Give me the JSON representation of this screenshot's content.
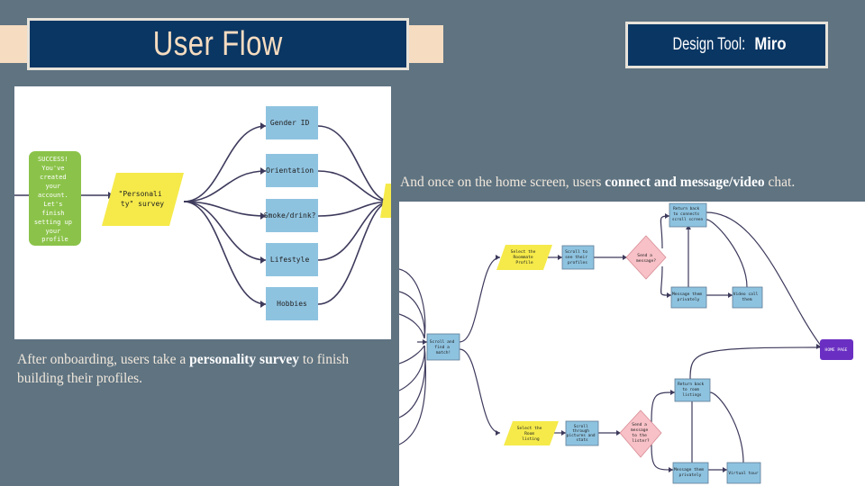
{
  "header": {
    "title": "User Flow",
    "tool_label": "Design Tool:",
    "tool_name": "Miro"
  },
  "left_caption": {
    "before": "After onboarding, users take a ",
    "highlight": "personality survey",
    "after": " to finish building their profiles."
  },
  "right_caption": {
    "before": "And once on the home screen, users ",
    "highlight": "connect and message/video",
    "after": " chat."
  },
  "onboarding_diagram": {
    "success_lines": [
      "SUCCESS!",
      "You've",
      "created",
      "your",
      "account.",
      "Let's",
      "finish",
      "setting up",
      "your",
      "profile"
    ],
    "survey_lines": [
      "\"Personali",
      "ty\" survey"
    ],
    "options": [
      "Gender ID",
      "Orientation",
      "Smoke/drink?",
      "Lifestyle",
      "Hobbies"
    ]
  },
  "home_diagram": {
    "scroll_match": [
      "Scroll and",
      "find a",
      "match!"
    ],
    "select_roommate": [
      "Select the",
      "Roommate",
      "Profile"
    ],
    "scroll_profiles": [
      "Scroll to",
      "see their",
      "profiles"
    ],
    "send_message": [
      "Send a",
      "message?"
    ],
    "return_connects": [
      "Return back",
      "to connects",
      "scroll screen"
    ],
    "message_privately": [
      "Message them",
      "privately"
    ],
    "video_call": [
      "Video call",
      "them"
    ],
    "home_page": "HOME PAGE",
    "select_room": [
      "Select the",
      "Room",
      "listing"
    ],
    "scroll_pictures": [
      "Scroll",
      "through",
      "pictures and",
      "stats"
    ],
    "send_lister": [
      "Send a",
      "message",
      "to the",
      "lister?"
    ],
    "return_room": [
      "Return back",
      "to room",
      "listings"
    ],
    "message_privately_2": [
      "Message them",
      "privately"
    ],
    "virtual_tour": "Virtual tour"
  },
  "colors": {
    "background": "#5f7381",
    "title_bg": "#0a3663",
    "title_text": "#f6dcc0",
    "success_green": "#8bc34a",
    "survey_yellow": "#f5ea4a",
    "option_blue": "#8ec3e0",
    "diamond_pink": "#f7c1c7",
    "home_purple": "#6a2fc2"
  }
}
